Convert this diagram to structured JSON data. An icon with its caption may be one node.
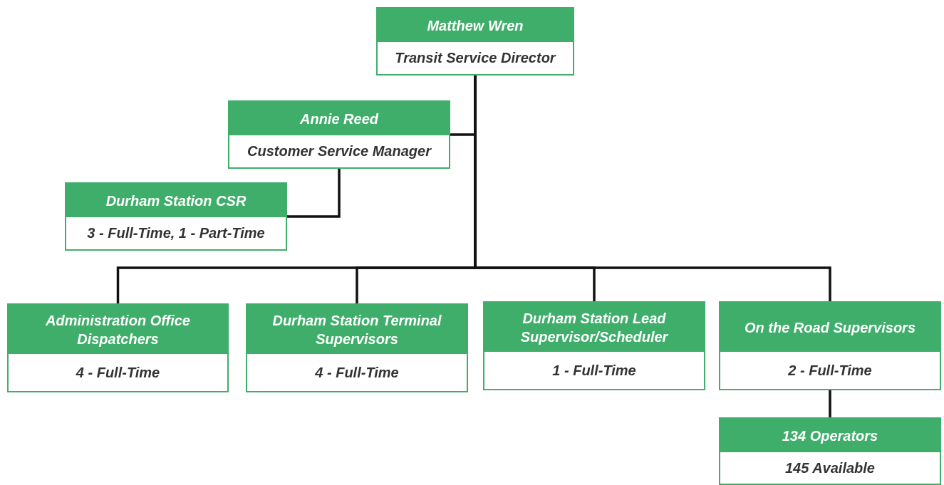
{
  "diagram": {
    "nodes": [
      {
        "text": [
          "Matthew Wren",
          "Transit Service Director"
        ]
      },
      {
        "text": [
          "Annie Reed",
          "Customer Service Manager"
        ]
      },
      {
        "text": [
          "Durham Station CSR",
          "3 - Full-Time, 1 - Part-Time"
        ]
      },
      {
        "text": [
          "Administration Office Dispatchers",
          "4 - Full-Time"
        ]
      },
      {
        "text": [
          "Durham Station Terminal Supervisors",
          "4 - Full-Time"
        ]
      },
      {
        "text": [
          "Durham Station Lead Supervisor/Scheduler",
          "1 - Full-Time"
        ]
      },
      {
        "text": [
          "On the Road Supervisors",
          "2 - Full-Time"
        ]
      },
      {
        "text": [
          "134 Operators",
          "145 Available"
        ]
      }
    ],
    "edges": [
      {
        "from": 0,
        "to": 1,
        "arrow": "none"
      },
      {
        "from": 1,
        "to": 2,
        "arrow": "none"
      },
      {
        "from": 0,
        "to": 3,
        "arrow": "none"
      },
      {
        "from": 0,
        "to": 4,
        "arrow": "none"
      },
      {
        "from": 0,
        "to": 5,
        "arrow": "none"
      },
      {
        "from": 0,
        "to": 6,
        "arrow": "none"
      },
      {
        "from": 6,
        "to": 7,
        "arrow": "none"
      }
    ]
  }
}
